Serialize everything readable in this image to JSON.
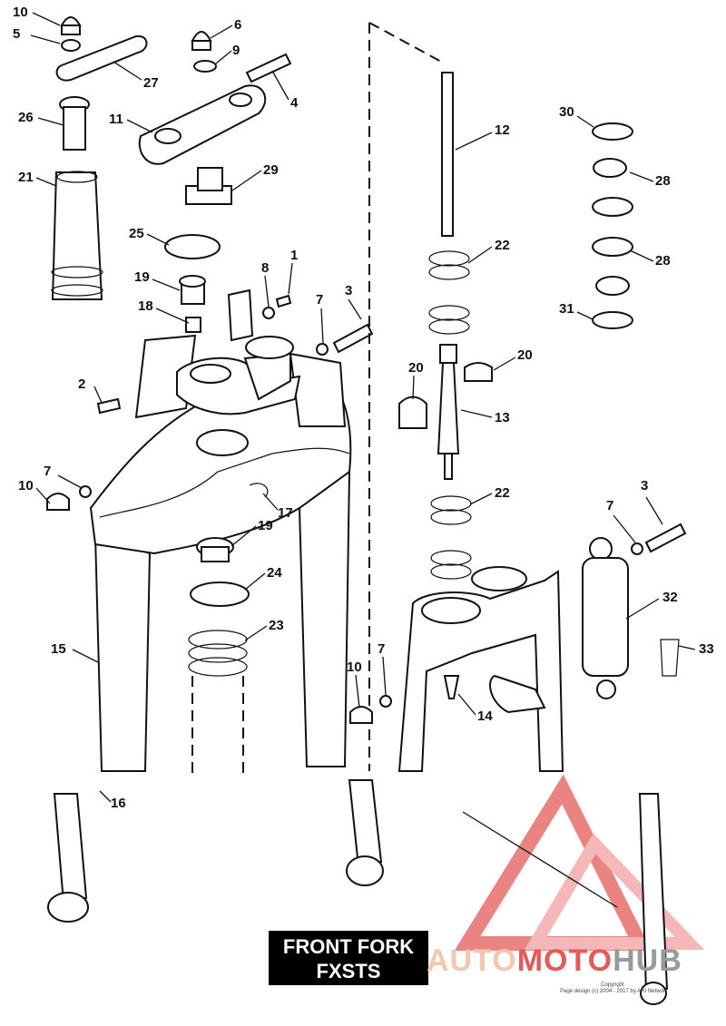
{
  "title": {
    "line1": "FRONT FORK",
    "line2": "FXSTS"
  },
  "watermark": {
    "brand_part1": "AUTO",
    "brand_part2": "MOTO",
    "brand_part3": "HUB",
    "copyright_line1": "Copyright",
    "copyright_line2": "Page design (c) 2004 - 2017 by ARI Networ"
  },
  "callouts": [
    "1",
    "2",
    "3",
    "4",
    "5",
    "6",
    "7",
    "8",
    "9",
    "10",
    "11",
    "12",
    "13",
    "14",
    "15",
    "16",
    "17",
    "18",
    "19",
    "20",
    "21",
    "22",
    "23",
    "24",
    "25",
    "26",
    "27",
    "28",
    "29",
    "30",
    "31",
    "32",
    "33"
  ],
  "colors": {
    "line": "#111111",
    "background": "#ffffff",
    "watermark_red": "#e35a58",
    "watermark_peach": "#f2c9b0",
    "watermark_gray": "#9a9a9a",
    "title_bg": "#000000",
    "title_fg": "#ffffff"
  }
}
